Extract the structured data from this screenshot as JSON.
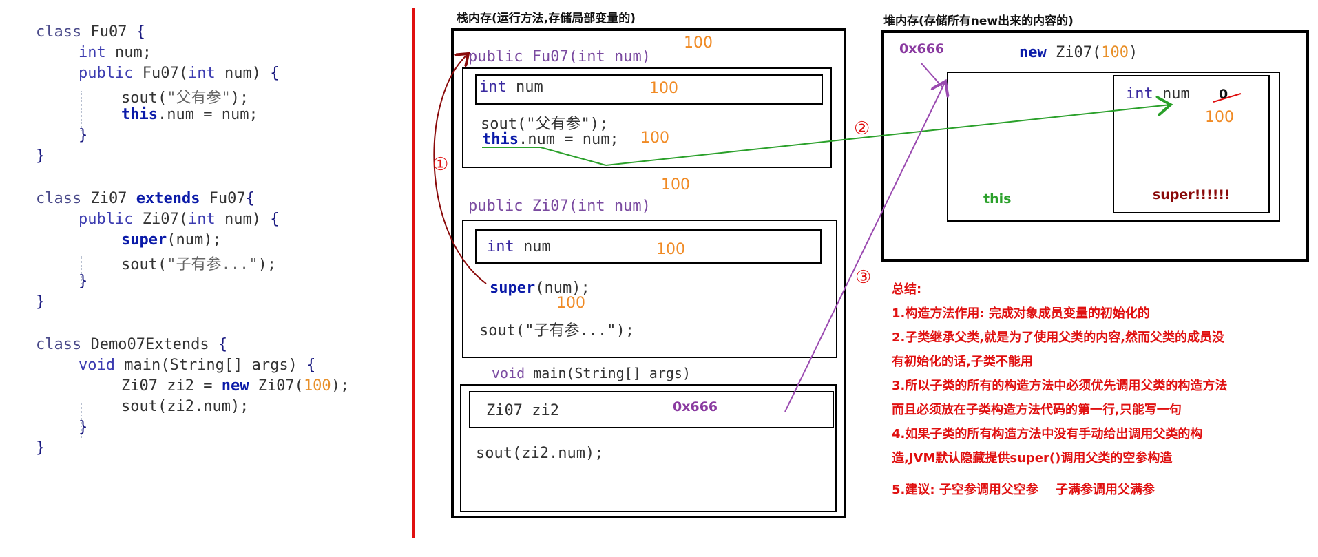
{
  "code": {
    "lines": [
      "class Fu07 {",
      "int num;",
      "public Fu07(int num) {",
      "sout(\"父有参\");",
      "this.num = num;",
      "}",
      "}",
      "class Zi07 extends Fu07{",
      "public Zi07(int num) {",
      "super(num);",
      "sout(\"子有参...\");",
      "}",
      "}",
      "class Demo07Extends {",
      "void main(String[] args) {",
      "Zi07 zi2 = new Zi07(100);",
      "sout(zi2.num);",
      "}",
      "}"
    ]
  },
  "stack": {
    "title": "栈内存(运行方法,存储局部变量的)",
    "fu_ctor": "public Fu07(int num)",
    "fu_param_val": "100",
    "fu_local": "int num",
    "fu_local_val": "100",
    "fu_sout": "sout(\"父有参\");",
    "fu_assign": "this.num = num;",
    "fu_assign_val": "100",
    "zi_param_val": "100",
    "zi_ctor": "public Zi07(int num)",
    "zi_local": "int num",
    "zi_local_val": "100",
    "zi_super": "super(num);",
    "zi_super_val": "100",
    "zi_sout": "sout(\"子有参...\");",
    "main_sig": "void main(String[] args)",
    "main_local": "Zi07 zi2",
    "main_local_val": "0x666",
    "main_sout": "sout(zi2.num);"
  },
  "heap": {
    "title": "堆内存(存储所有new出来的内容的)",
    "address": "0x666",
    "new_expr": "new Zi07(100)",
    "field": "int num",
    "field_old": "0",
    "field_val": "100",
    "this_label": "this",
    "super_label": "super!!!!!!"
  },
  "markers": {
    "one": "①",
    "two": "②",
    "three": "③"
  },
  "summary": {
    "heading": "总结:",
    "items": [
      "1.构造方法作用: 完成对象成员变量的初始化的",
      "2.子类继承父类,就是为了使用父类的内容,然而父类的成员没",
      "有初始化的话,子类不能用",
      "3.所以子类的所有的构造方法中必须优先调用父类的构造方法",
      "而且必须放在子类构造方法代码的第一行,只能写一句",
      "4.如果子类的所有构造方法中没有手动给出调用父类的构",
      "造,JVM默认隐藏提供super()调用父类的空参构造",
      "5.建议: 子空参调用父空参    子满参调用父满参"
    ]
  },
  "colors": {
    "divider": "#e01010",
    "arrow_one": "#8a0a0a",
    "arrow_two": "#2aa02a",
    "arrow_three": "#9a4ab0"
  }
}
